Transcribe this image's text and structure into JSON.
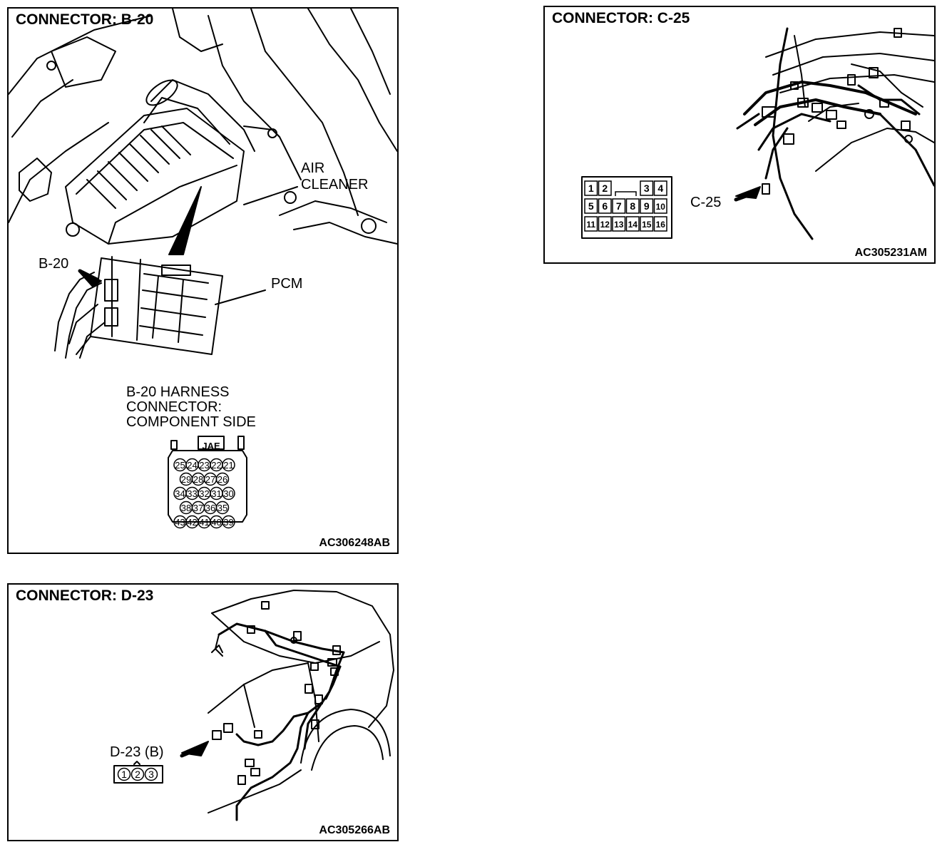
{
  "panels": {
    "b20": {
      "title": "CONNECTOR: B-20",
      "code": "AC306248AB",
      "labels": {
        "connector": "B-20",
        "pcm": "PCM",
        "air_cleaner_1": "AIR",
        "air_cleaner_2": "CLEANER",
        "harness_1": "B-20 HARNESS",
        "harness_2": "CONNECTOR:",
        "harness_3": "COMPONENT SIDE",
        "maker": "JAE"
      },
      "pin_rows": [
        [
          "25",
          "24",
          "23",
          "22",
          "21"
        ],
        [
          "29",
          "28",
          "27",
          "26"
        ],
        [
          "34",
          "33",
          "32",
          "31",
          "30"
        ],
        [
          "38",
          "37",
          "36",
          "35"
        ],
        [
          "43",
          "42",
          "41",
          "40",
          "39"
        ]
      ]
    },
    "c25": {
      "title": "CONNECTOR: C-25",
      "code": "AC305231AM",
      "labels": {
        "connector": "C-25"
      },
      "pin_rows": [
        [
          "1",
          "2",
          "",
          "",
          "3",
          "4"
        ],
        [
          "5",
          "6",
          "7",
          "8",
          "9",
          "10"
        ],
        [
          "11",
          "12",
          "13",
          "14",
          "15",
          "16"
        ]
      ]
    },
    "d23": {
      "title": "CONNECTOR: D-23",
      "code": "AC305266AB",
      "labels": {
        "connector": "D-23 (B)"
      },
      "pins": [
        "1",
        "2",
        "3"
      ]
    }
  },
  "colors": {
    "line": "#000000",
    "background": "#ffffff"
  }
}
